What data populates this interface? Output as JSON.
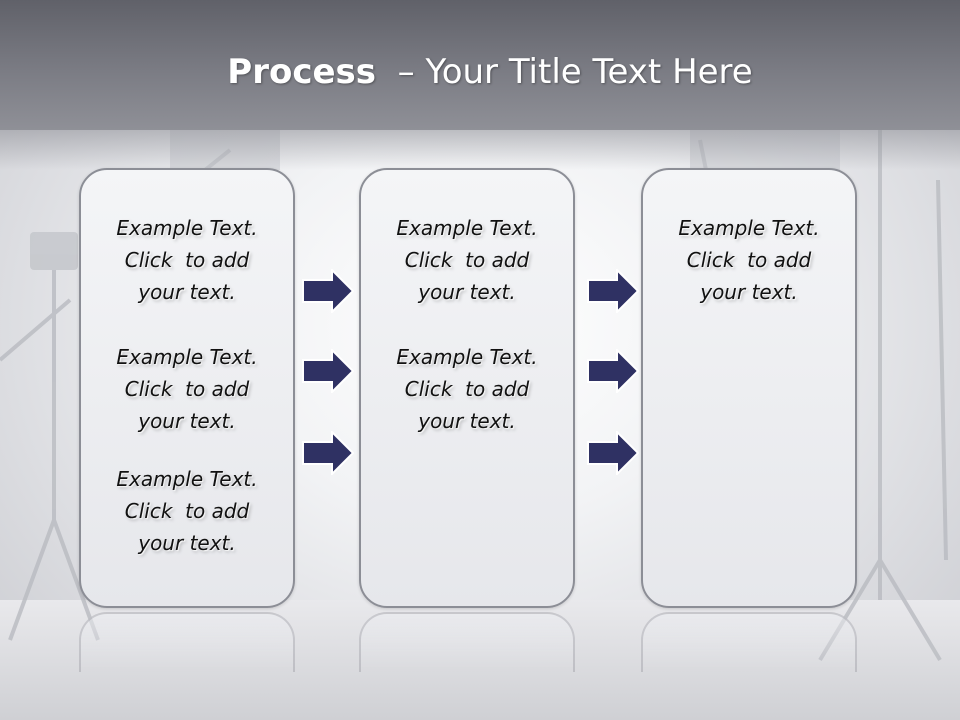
{
  "slide": {
    "title_bold": "Process",
    "title_rest": "  – Your Title Text Here"
  },
  "columns": [
    {
      "items": [
        {
          "line1": "Example Text.",
          "line2": "Click  to add",
          "line3": "your text."
        },
        {
          "line1": "Example Text.",
          "line2": "Click  to add",
          "line3": "your text."
        },
        {
          "line1": "Example Text.",
          "line2": "Click  to add",
          "line3": "your text."
        }
      ]
    },
    {
      "items": [
        {
          "line1": "Example Text.",
          "line2": "Click  to add",
          "line3": "your text."
        },
        {
          "line1": "Example Text.",
          "line2": "Click  to add",
          "line3": "your text."
        }
      ]
    },
    {
      "items": [
        {
          "line1": "Example Text.",
          "line2": "Click  to add",
          "line3": "your text."
        }
      ]
    }
  ],
  "icons": {
    "arrow": "right-arrow-icon"
  },
  "colors": {
    "arrow_fill": "#2f3163",
    "panel_border": "#8c8e96",
    "header": "#6e6f77",
    "title_text": "#ffffff"
  }
}
